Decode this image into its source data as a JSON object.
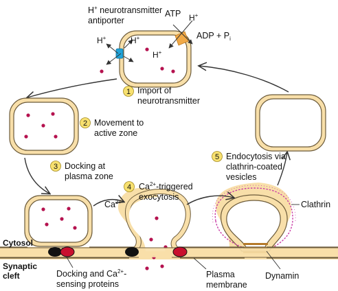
{
  "colors": {
    "membrane_fill": "#f8dfa9",
    "membrane_stroke": "#6b5a3a",
    "neurotransmitter": "#b5124f",
    "step_badge": "#f7e06f",
    "clathrin": "#c93ca6",
    "antiporter": "#1fa3d9",
    "atpase": "#f0a947",
    "docking_black": "#111111",
    "docking_red": "#c8102e",
    "arrow": "#ffffff"
  },
  "labels": {
    "antiporter_h": "H",
    "antiporter_plus": "+",
    "antiporter_rest": " neurotransmitter",
    "antiporter_line2": "antiporter",
    "atp": "ATP",
    "adp": "ADP + P",
    "adp_sub": "i",
    "h": "H",
    "plus": "+",
    "ca": "Ca",
    "ca_sup": "2+",
    "cytosol": "Cytosol",
    "synaptic_1": "Synaptic",
    "synaptic_2": "cleft",
    "clathrin": "Clathrin",
    "dynamin": "Dynamin",
    "plasma_1": "Plasma",
    "plasma_2": "membrane",
    "docking_1a": "Docking and Ca",
    "docking_1sup": "2+",
    "docking_1b": "-",
    "docking_2": "sensing proteins"
  },
  "steps": [
    {
      "num": "1",
      "line1": "Import of",
      "line2": "neurotransmitter"
    },
    {
      "num": "2",
      "line1": "Movement to",
      "line2": "active zone"
    },
    {
      "num": "3",
      "line1": "Docking at",
      "line2": "plasma zone"
    },
    {
      "num": "4",
      "line1a": "Ca",
      "line1sup": "2+",
      "line1b": "-triggered",
      "line2": "exocytosis"
    },
    {
      "num": "5",
      "line1": "Endocytosis via",
      "line2": "clathrin-coated",
      "line3": "vesicles"
    }
  ]
}
